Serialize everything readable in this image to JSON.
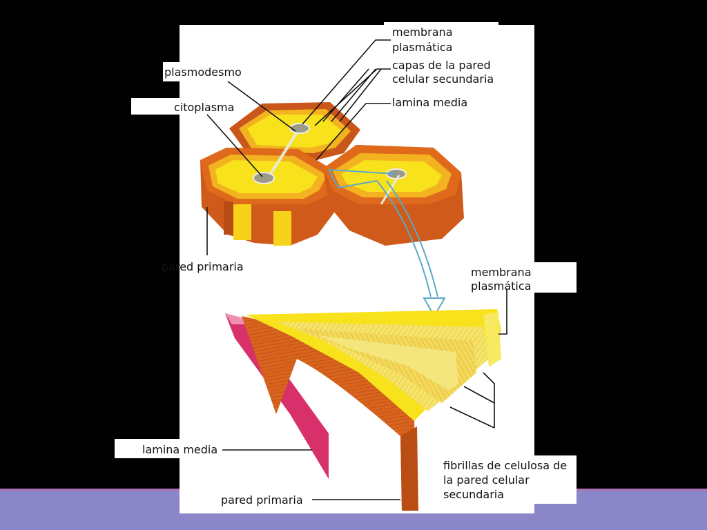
{
  "colors": {
    "background": "#000000",
    "panel": "#ffffff",
    "bottom_band": "#8a86c8",
    "wall_orange": "#d9621a",
    "wall_dark": "#b44a14",
    "cytoplasm_yellow": "#f7e21c",
    "secondary_layer": "#f3b320",
    "lamina_pink": "#d8306a",
    "arrow_blue": "#5aa9c8"
  },
  "labels": {
    "membrana_top_1": "membrana",
    "membrana_top_2": "plasmática",
    "plasmodesmo": "plasmodesmo",
    "capas_1": "capas de la pared",
    "capas_2": "celular secundaria",
    "citoplasma": "citoplasma",
    "lamina_media_top": "lamina media",
    "pared_primaria_top": "pared primaria",
    "membrana_bottom_1": "membrana",
    "membrana_bottom_2": "plasmática",
    "lamina_media_bottom": "lamina media",
    "fibrillas_1": "fibrillas de celulosa de",
    "fibrillas_2": "la pared celular",
    "fibrillas_3": "secundaria",
    "pared_primaria_bottom": "pared primaria"
  }
}
